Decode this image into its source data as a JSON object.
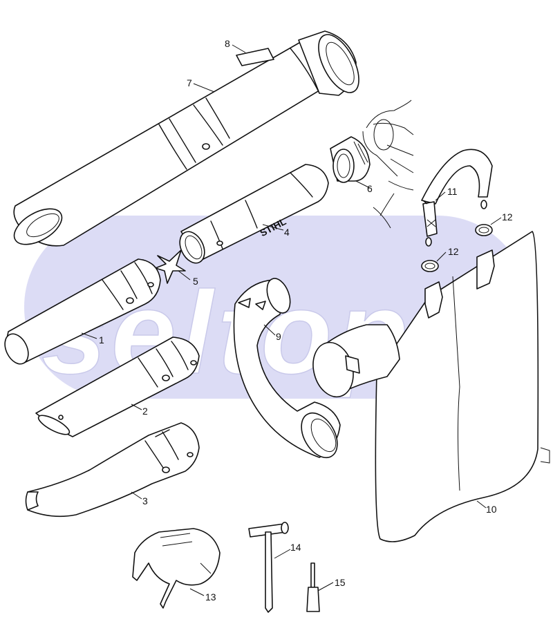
{
  "watermark": {
    "text": "seltop",
    "blob_color": "#dcdcf5",
    "text_color": "#ffffff"
  },
  "brand": {
    "text": "STIHL"
  },
  "callouts": [
    "1",
    "2",
    "3",
    "4",
    "5",
    "6",
    "7",
    "8",
    "9",
    "10",
    "11",
    "12",
    "12",
    "13",
    "14",
    "15"
  ]
}
